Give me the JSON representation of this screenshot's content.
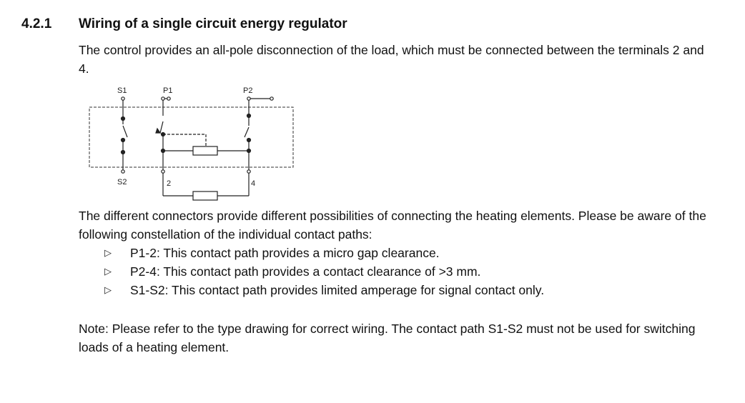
{
  "section": {
    "number": "4.2.1",
    "title": "Wiring of a single circuit energy regulator"
  },
  "intro": "The control provides an all-pole disconnection of the load, which must be connected between the terminals 2 and 4.",
  "diagram": {
    "labels": {
      "s1": "S1",
      "p1": "P1",
      "p2": "P2",
      "s2": "S2",
      "t2": "2",
      "t4": "4"
    }
  },
  "body_text": "The different connectors provide different possibilities of connecting the heating elements. Please be aware of the following constellation of the individual contact paths:",
  "bullet_symbol": "▷",
  "bullets": [
    "P1-2: This contact path provides a micro gap clearance.",
    "P2-4: This contact path provides a contact clearance of >3 mm.",
    "S1-S2: This contact path provides limited amperage for signal contact only."
  ],
  "note": "Note: Please refer to the type drawing for correct wiring. The contact path S1-S2 must not be used for switching loads of a heating element."
}
